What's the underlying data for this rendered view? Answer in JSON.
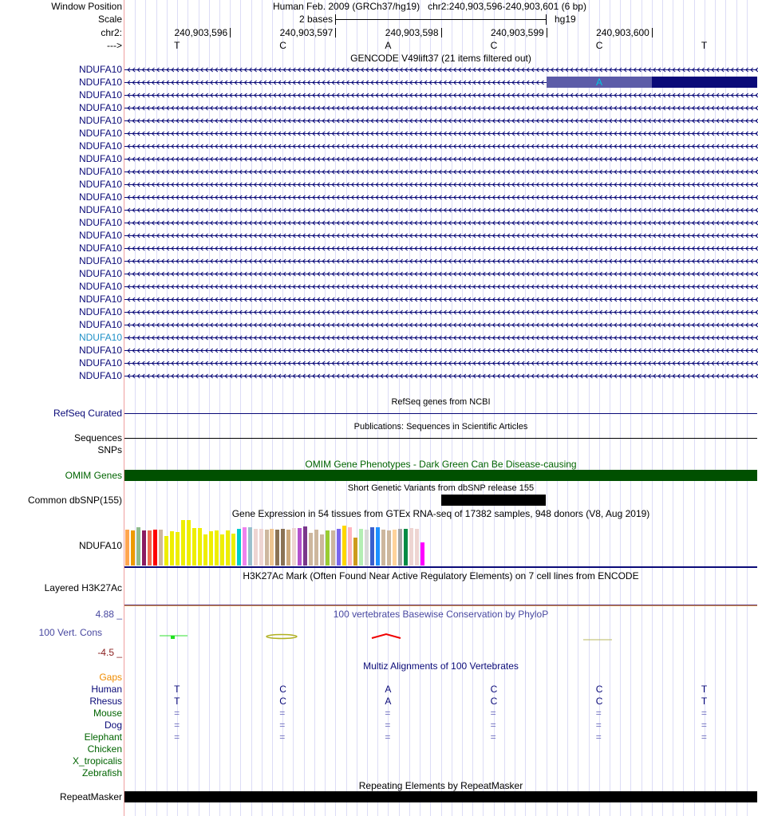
{
  "header": {
    "window_position_label": "Window Position",
    "assembly": "Human Feb. 2009 (GRCh37/hg19)",
    "position": "chr2:240,903,596-240,903,601 (6 bp)",
    "scale_label": "Scale",
    "scale_text": "2 bases",
    "scale_db": "hg19",
    "chrom_label": "chr2:",
    "ticks": [
      "240,903,596",
      "240,903,597",
      "240,903,598",
      "240,903,599",
      "240,903,600"
    ],
    "strand_label": "--->",
    "bases": [
      "T",
      "C",
      "A",
      "C",
      "C",
      "T"
    ]
  },
  "gencode": {
    "title": "GENCODE V49lift37 (21 items filtered out)",
    "gene_label": "NDUFA10",
    "row_count": 25,
    "highlighted_row": 21,
    "exon_base": "A"
  },
  "refseq": {
    "title": "RefSeq genes from NCBI",
    "label": "RefSeq Curated"
  },
  "publications": {
    "title": "Publications: Sequences in Scientific Articles",
    "label": "Sequences",
    "label2": "SNPs"
  },
  "omim": {
    "title": "OMIM Gene Phenotypes - Dark Green Can Be Disease-causing",
    "label": "OMIM Genes"
  },
  "dbsnp": {
    "title": "Short Genetic Variants from dbSNP release 155",
    "label": "Common dbSNP(155)"
  },
  "gtex": {
    "title": "Gene Expression in 54 tissues from GTEx RNA-seq of 17382 samples, 948 donors (V8, Aug 2019)",
    "label": "NDUFA10",
    "values": [
      45,
      44,
      48,
      44,
      44,
      45,
      45,
      37,
      43,
      42,
      57,
      57,
      47,
      47,
      39,
      43,
      44,
      39,
      44,
      40,
      46,
      48,
      48,
      46,
      46,
      45,
      46,
      45,
      46,
      45,
      47,
      47,
      49,
      41,
      45,
      39,
      44,
      44,
      46,
      50,
      48,
      35,
      46,
      45,
      48,
      48,
      45,
      44,
      45,
      46,
      46,
      47,
      46,
      29
    ],
    "colors": [
      "#FFA54F",
      "#EE9A00",
      "#8FBC8F",
      "#8B1C62",
      "#EE6A50",
      "#FF0000",
      "#CDB79E",
      "#EEEE00",
      "#EEEE00",
      "#EEEE00",
      "#EEEE00",
      "#EEEE00",
      "#EEEE00",
      "#EEEE00",
      "#EEEE00",
      "#EEEE00",
      "#EEEE00",
      "#EEEE00",
      "#EEEE00",
      "#EEEE00",
      "#00CDCD",
      "#EE82EE",
      "#9AC0CD",
      "#EED5D2",
      "#EED5D2",
      "#CDB79E",
      "#EEC591",
      "#8B7355",
      "#8B7355",
      "#CDAA7D",
      "#EED5D2",
      "#B452CD",
      "#7A378B",
      "#CDB79E",
      "#CDB79E",
      "#CDB79E",
      "#9ACD32",
      "#CDB79E",
      "#7A67EE",
      "#FFD700",
      "#FFB6C1",
      "#CD9B1D",
      "#B4EEB4",
      "#D9D9D9",
      "#3A5FCD",
      "#1E90FF",
      "#CDB79E",
      "#CDB79E",
      "#FFD39B",
      "#A6A6A6",
      "#008B45",
      "#EED5D2",
      "#EED5D2",
      "#FF00FF"
    ]
  },
  "h3k27ac": {
    "title": "H3K27Ac Mark (Often Found Near Active Regulatory Elements) on 7 cell lines from ENCODE",
    "label": "Layered H3K27Ac"
  },
  "phylop": {
    "title": "100 vertebrates Basewise Conservation by PhyloP",
    "label": "100 Vert. Cons",
    "max": "4.88 _",
    "min": "-4.5 _"
  },
  "multiz": {
    "title": "Multiz Alignments of 100 Vertebrates",
    "gaps_label": "Gaps",
    "species": [
      {
        "name": "Human",
        "bases": [
          "T",
          "C",
          "A",
          "C",
          "C",
          "T"
        ]
      },
      {
        "name": "Rhesus",
        "bases": [
          "T",
          "C",
          "A",
          "C",
          "C",
          "T"
        ]
      },
      {
        "name": "Mouse",
        "bases": [
          "=",
          "=",
          "=",
          "=",
          "=",
          "="
        ]
      },
      {
        "name": "Dog",
        "bases": [
          "=",
          "=",
          "=",
          "=",
          "=",
          "="
        ]
      },
      {
        "name": "Elephant",
        "bases": [
          "=",
          "=",
          "=",
          "=",
          "=",
          "="
        ]
      },
      {
        "name": "Chicken",
        "bases": []
      },
      {
        "name": "X_tropicalis",
        "bases": []
      },
      {
        "name": "Zebrafish",
        "bases": []
      }
    ]
  },
  "repeatmasker": {
    "title": "Repeating Elements by RepeatMasker",
    "label": "RepeatMasker"
  },
  "colors": {
    "navy": "#0a0a78",
    "omim": "#005000",
    "exon_light": "#5c5ca8",
    "exon_dark": "#0a0a78",
    "highlight_label": "#1e90c8"
  }
}
